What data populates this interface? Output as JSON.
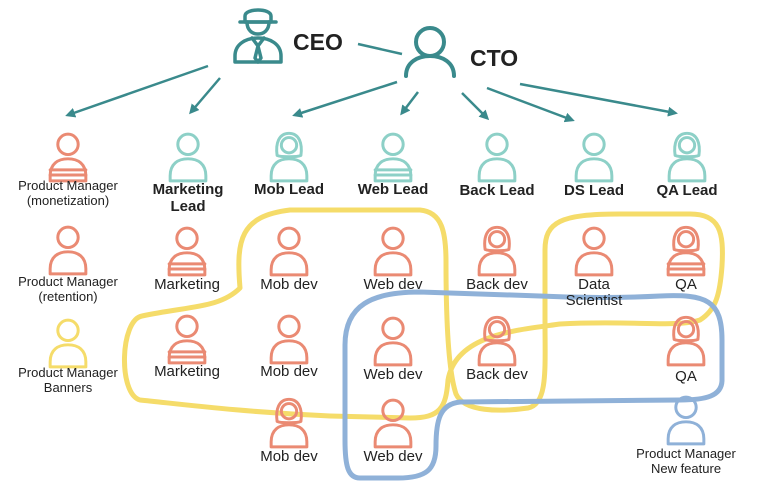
{
  "colors": {
    "teal": "#3a8a8c",
    "teal_light": "#8dd0c7",
    "salmon": "#ea8a73",
    "yellow": "#f5dc6a",
    "blue": "#8fb1d8",
    "text": "#222222"
  },
  "executives": {
    "ceo": {
      "label": "CEO",
      "icon": "ceo-icon"
    },
    "cto": {
      "label": "CTO",
      "icon": "cto-icon"
    }
  },
  "leads": [
    {
      "id": "pm-monetization",
      "label": [
        "Product Manager",
        "(monetization)"
      ],
      "icon": "person-icon",
      "color": "salmon"
    },
    {
      "id": "marketing-lead",
      "label": [
        "Marketing",
        "Lead"
      ],
      "icon": "person-icon",
      "color": "teal_light"
    },
    {
      "id": "mob-lead",
      "label": [
        "Mob Lead"
      ],
      "icon": "person-female-icon",
      "color": "teal_light"
    },
    {
      "id": "web-lead",
      "label": [
        "Web Lead"
      ],
      "icon": "person-icon",
      "color": "teal_light"
    },
    {
      "id": "back-lead",
      "label": [
        "Back Lead"
      ],
      "icon": "person-icon",
      "color": "teal_light"
    },
    {
      "id": "ds-lead",
      "label": [
        "DS Lead"
      ],
      "icon": "person-icon",
      "color": "teal_light"
    },
    {
      "id": "qa-lead",
      "label": [
        "QA Lead"
      ],
      "icon": "person-female-icon",
      "color": "teal_light"
    }
  ],
  "team": [
    {
      "id": "pm-retention",
      "label": [
        "Product Manager",
        "(retention)"
      ],
      "color": "salmon"
    },
    {
      "id": "pm-banners",
      "label": [
        "Product Manager",
        "Banners"
      ],
      "color": "yellow"
    },
    {
      "id": "marketing-1",
      "label": [
        "Marketing"
      ],
      "color": "salmon"
    },
    {
      "id": "marketing-2",
      "label": [
        "Marketing"
      ],
      "color": "salmon"
    },
    {
      "id": "mob-dev-1",
      "label": [
        "Mob dev"
      ],
      "color": "salmon"
    },
    {
      "id": "mob-dev-2",
      "label": [
        "Mob dev"
      ],
      "color": "salmon"
    },
    {
      "id": "mob-dev-3",
      "label": [
        "Mob dev"
      ],
      "color": "salmon"
    },
    {
      "id": "web-dev-1",
      "label": [
        "Web dev"
      ],
      "color": "salmon"
    },
    {
      "id": "web-dev-2",
      "label": [
        "Web dev"
      ],
      "color": "salmon"
    },
    {
      "id": "web-dev-3",
      "label": [
        "Web dev"
      ],
      "color": "salmon"
    },
    {
      "id": "back-dev-1",
      "label": [
        "Back dev"
      ],
      "color": "salmon"
    },
    {
      "id": "back-dev-2",
      "label": [
        "Back dev"
      ],
      "color": "salmon"
    },
    {
      "id": "data-scientist",
      "label": [
        "Data",
        "Scientist"
      ],
      "color": "salmon"
    },
    {
      "id": "qa-1",
      "label": [
        "QA"
      ],
      "color": "salmon"
    },
    {
      "id": "qa-2",
      "label": [
        "QA"
      ],
      "color": "salmon"
    },
    {
      "id": "pm-new-feature",
      "label": [
        "Product Manager",
        "New feature"
      ],
      "color": "blue"
    }
  ],
  "groups": [
    {
      "id": "banners-squad",
      "color": "yellow"
    },
    {
      "id": "new-feature-squad",
      "color": "blue"
    }
  ]
}
